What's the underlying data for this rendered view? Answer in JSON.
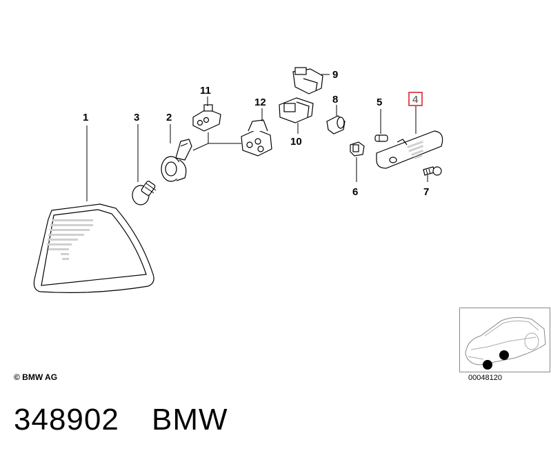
{
  "callouts": {
    "c1": "1",
    "c2": "2",
    "c3": "3",
    "c4": "4",
    "c5": "5",
    "c6": "6",
    "c7": "7",
    "c8": "8",
    "c9": "9",
    "c10": "10",
    "c11": "11",
    "c12": "12"
  },
  "selected_callout": "4",
  "copyright": "© BMW AG",
  "inset": {
    "code": "00048120"
  },
  "footer": {
    "part_number": "348902",
    "brand": "BMW"
  },
  "colors": {
    "highlight_box": "#d9262b",
    "line": "#000000",
    "selected_text": "#777777"
  }
}
